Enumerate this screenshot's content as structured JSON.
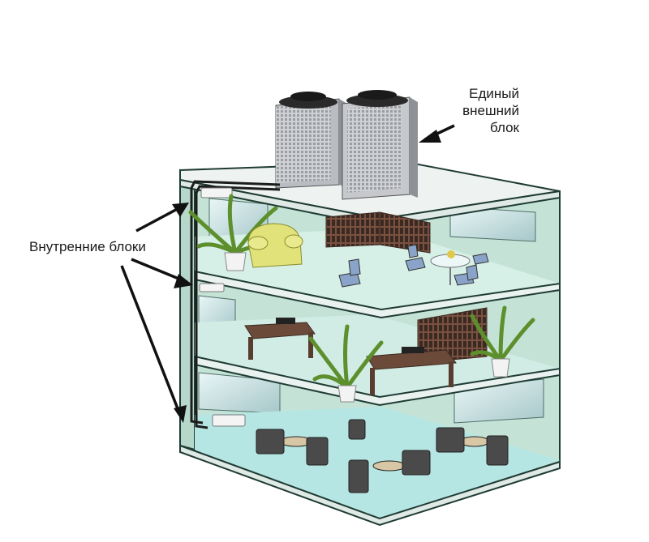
{
  "labels": {
    "outdoor_unit": [
      "Единый",
      "внешний",
      "блок"
    ],
    "indoor_units": "Внутренние блоки"
  },
  "colors": {
    "wall": "#bfe0d2",
    "wall_side": "#d9efe6",
    "floor_slab": "#e7f3ee",
    "slab_edge": "#1f3b34",
    "floor_tint": "#cfeee6",
    "ground_floor": "#b6e6e3",
    "roof": "#eef3f1",
    "unit_body": "#c9cbcf",
    "unit_top": "#2b2b2b",
    "pipe": "#1c1c1c",
    "arrow": "#111111",
    "furniture_wood": "#6b4a3a",
    "plant": "#5d8f2d",
    "armchair": "#e2e27a",
    "chair_blue": "#8aa3c8"
  },
  "icons": [
    "outdoor-unit-icon",
    "indoor-unit-icon",
    "arrow-icon",
    "plant-icon",
    "armchair-icon",
    "desk-icon",
    "chair-icon",
    "bookcase-icon",
    "table-icon"
  ]
}
